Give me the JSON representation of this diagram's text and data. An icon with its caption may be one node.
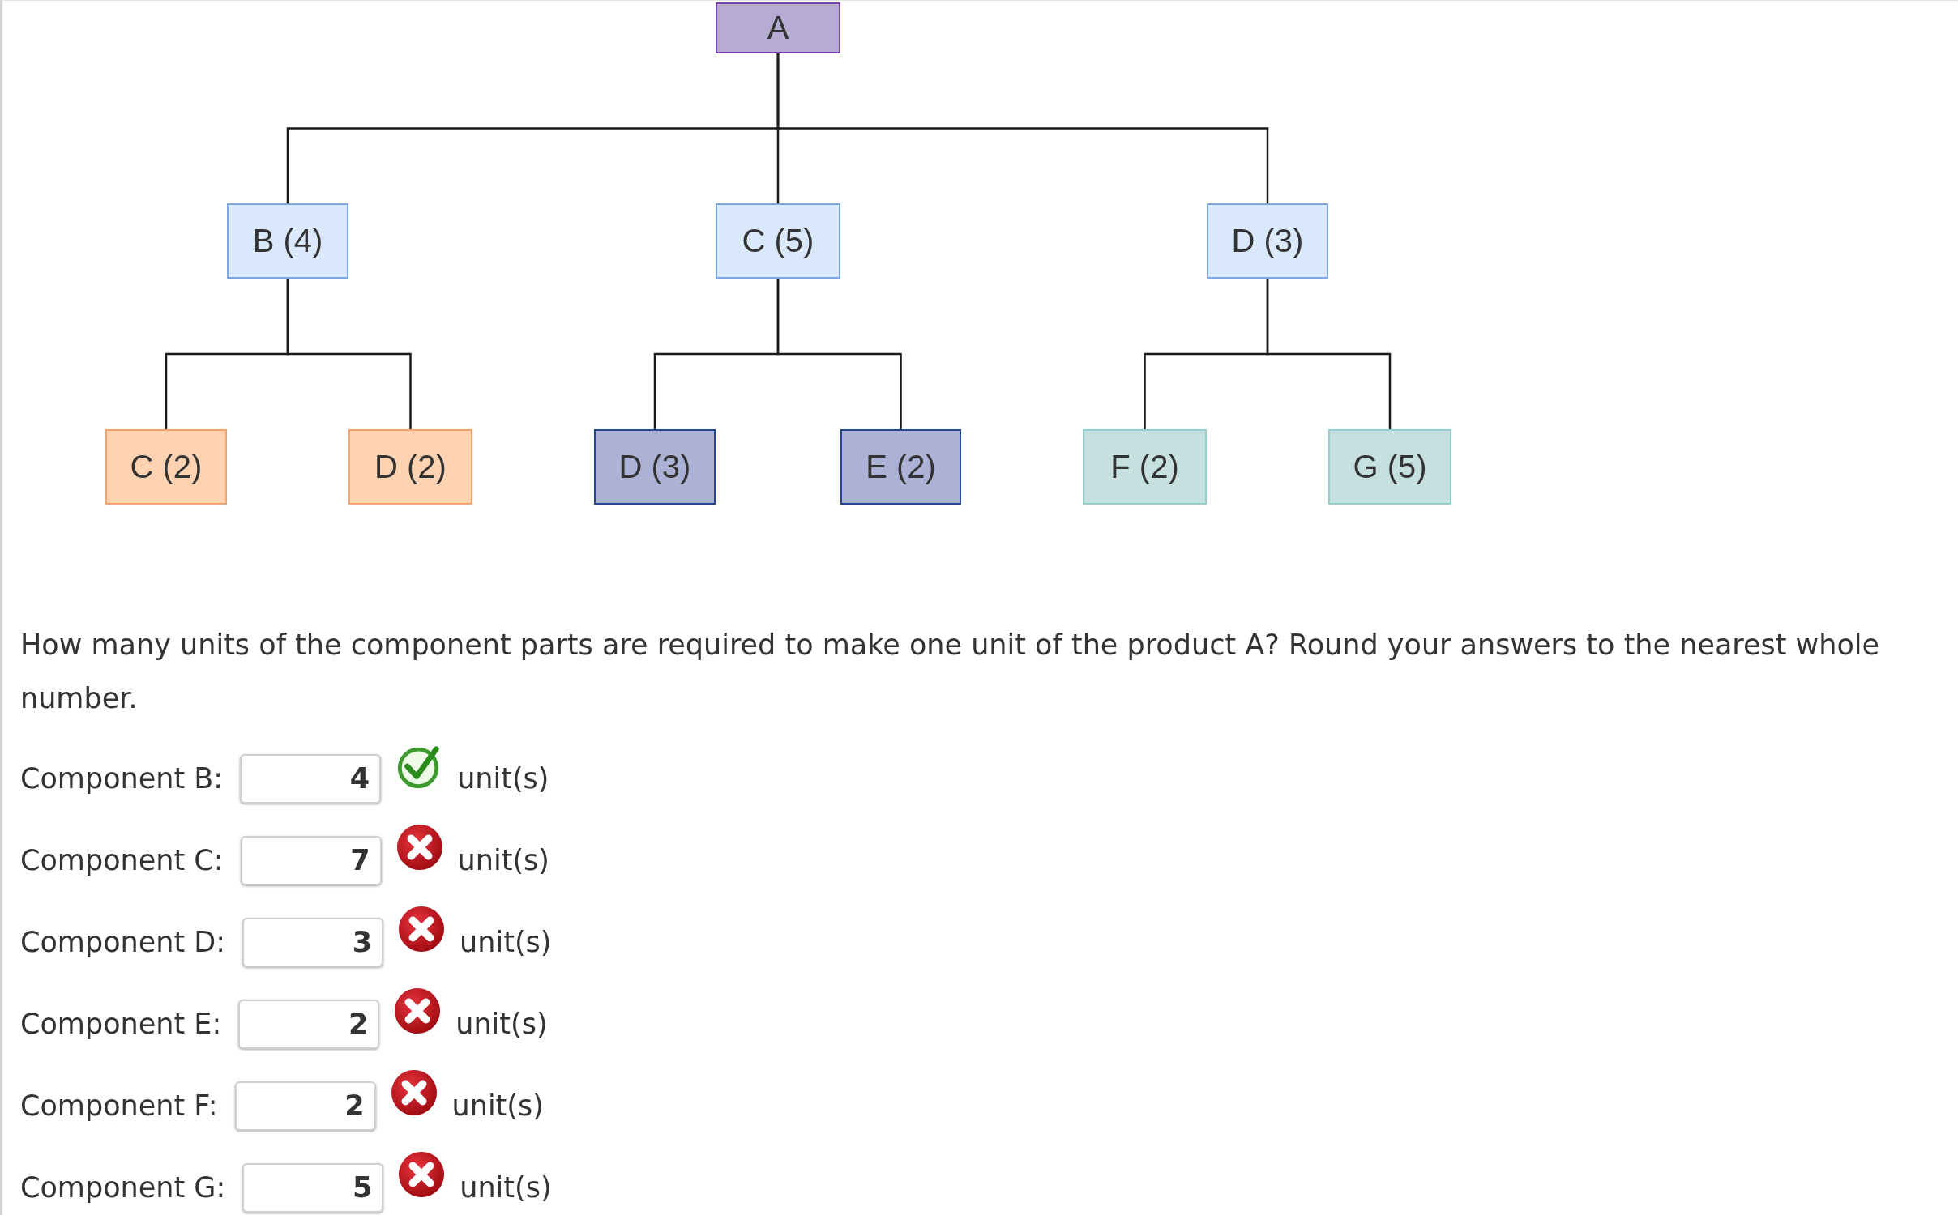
{
  "diagram": {
    "nodes": [
      {
        "text": [
          "A"
        ]
      },
      {
        "text": [
          "B (4)"
        ]
      },
      {
        "text": [
          "C (5)"
        ]
      },
      {
        "text": [
          "D (3)"
        ]
      },
      {
        "text": [
          "C (2)"
        ]
      },
      {
        "text": [
          "D (2)"
        ]
      },
      {
        "text": [
          "D (3)"
        ]
      },
      {
        "text": [
          "E (2)"
        ]
      },
      {
        "text": [
          "F (2)"
        ]
      },
      {
        "text": [
          "G (5)"
        ]
      }
    ],
    "edges": [
      {
        "from": 0,
        "to": 1,
        "arrow": "none"
      },
      {
        "from": 0,
        "to": 2,
        "arrow": "none"
      },
      {
        "from": 0,
        "to": 3,
        "arrow": "none"
      },
      {
        "from": 1,
        "to": 4,
        "arrow": "none"
      },
      {
        "from": 1,
        "to": 5,
        "arrow": "none"
      },
      {
        "from": 2,
        "to": 6,
        "arrow": "none"
      },
      {
        "from": 2,
        "to": 7,
        "arrow": "none"
      },
      {
        "from": 3,
        "to": 8,
        "arrow": "none"
      },
      {
        "from": 3,
        "to": 9,
        "arrow": "none"
      }
    ],
    "labels": [
      "How many units of the component parts are required to make one unit of the product A? Round your answers to the nearest whole number.",
      "Component B:",
      "4",
      "unit(s)",
      "Component C:",
      "7",
      "unit(s)",
      "Component D:",
      "3",
      "unit(s)",
      "Component E:",
      "2",
      "unit(s)",
      "Component F:",
      "2",
      "unit(s)",
      "Component G:",
      "5",
      "unit(s)"
    ]
  }
}
